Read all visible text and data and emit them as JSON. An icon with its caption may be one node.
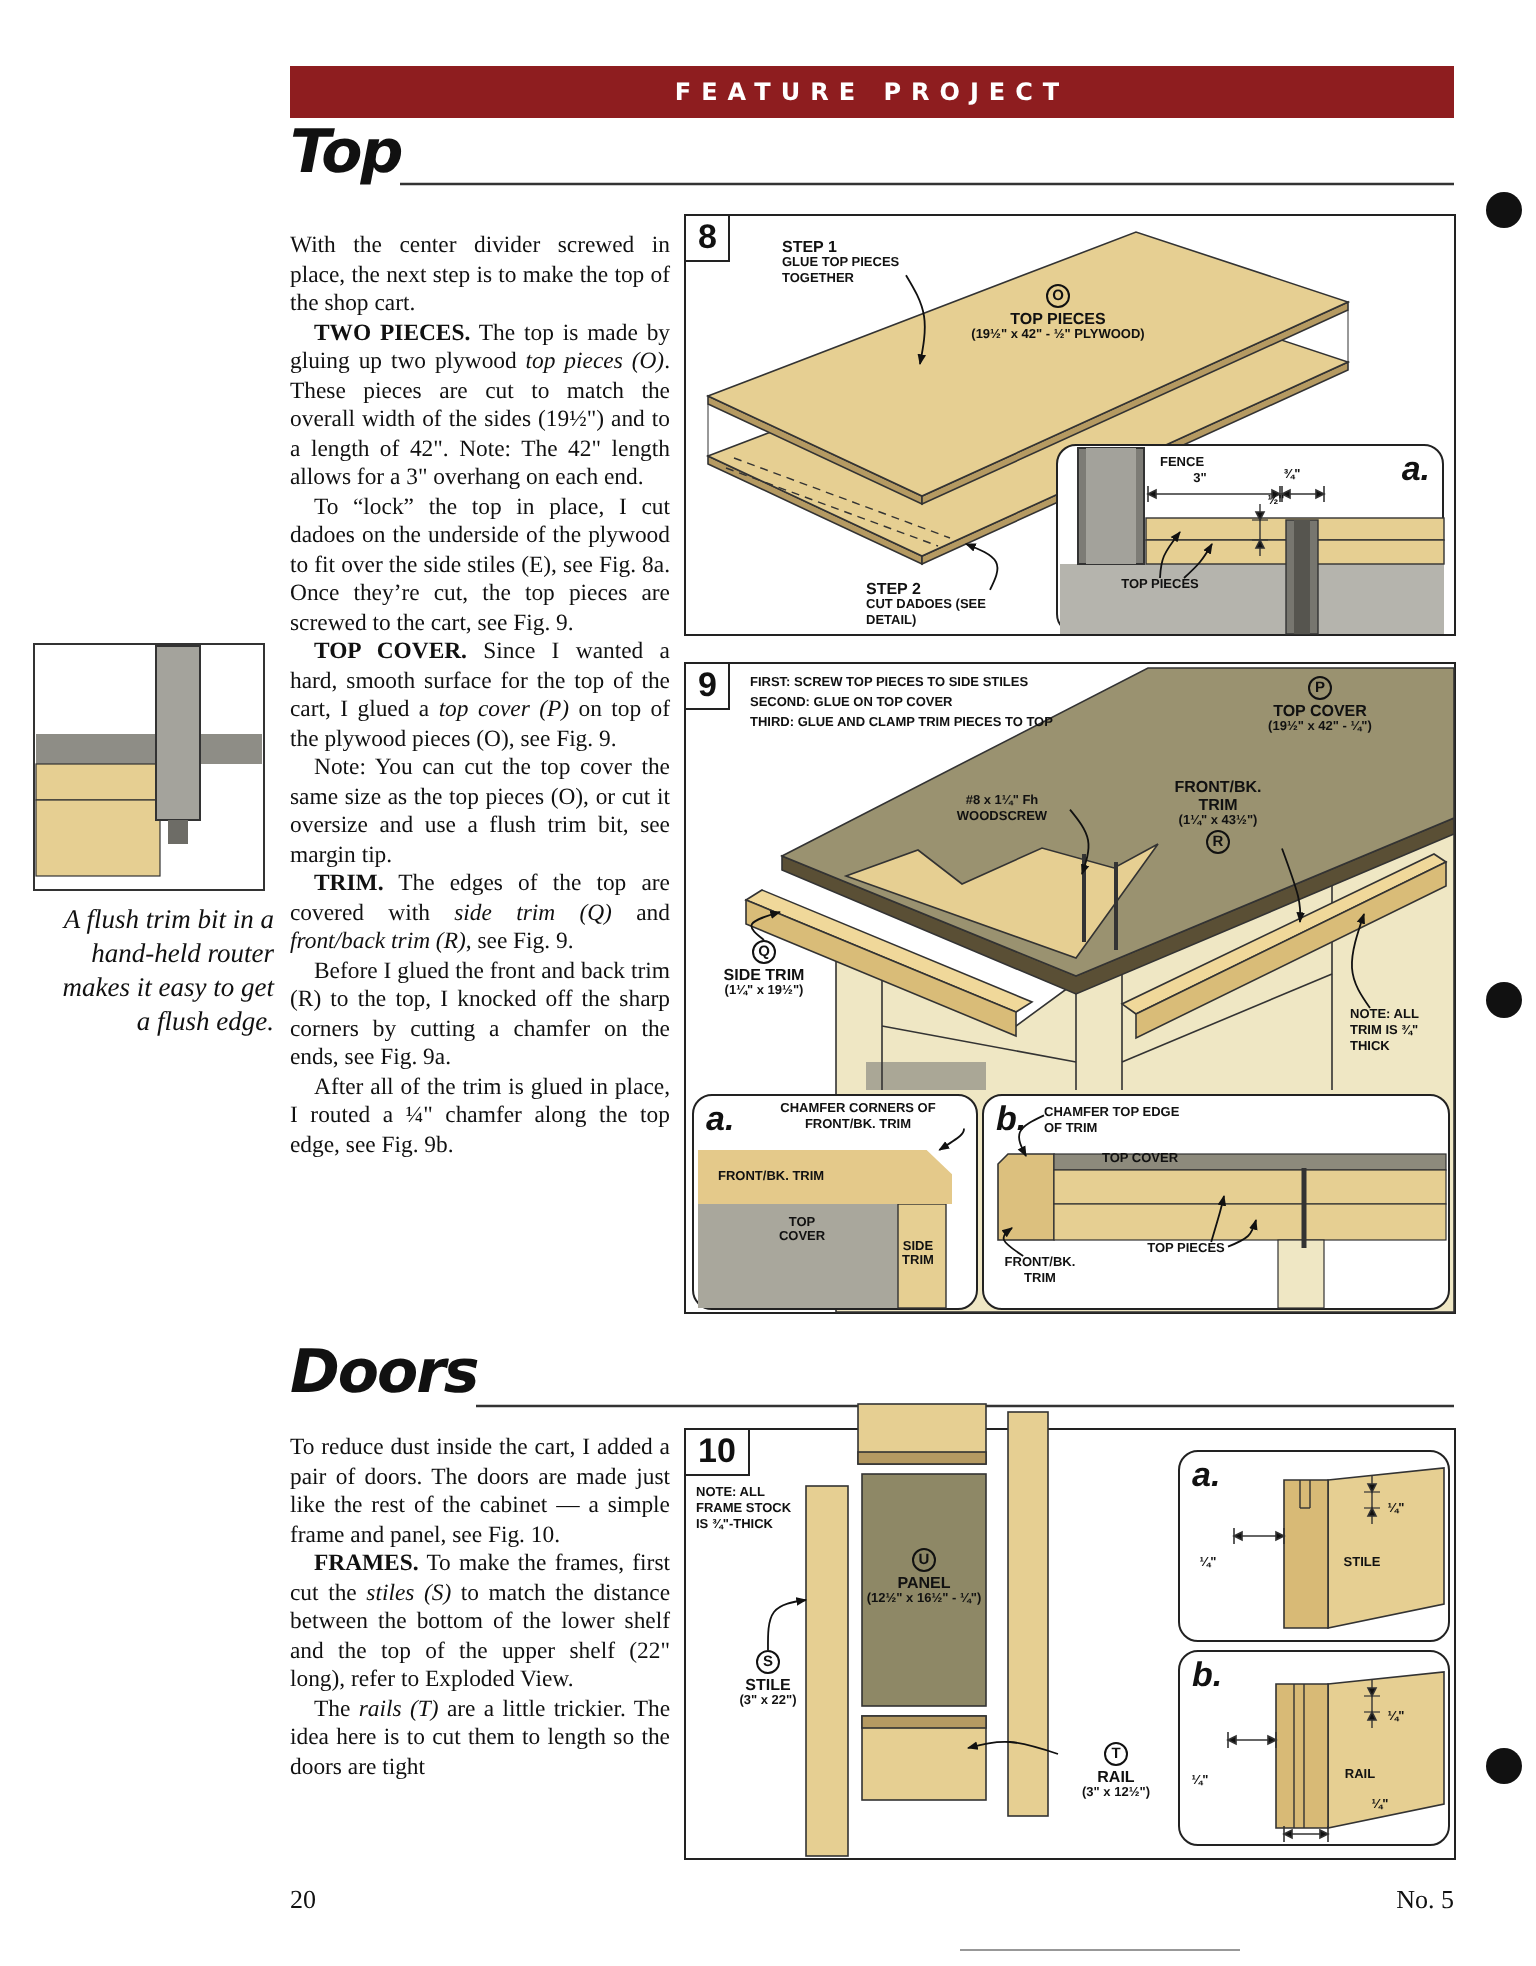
{
  "diagram": {
    "nodes": [
      {
        "text": [
          "8"
        ]
      },
      {
        "text": [
          "STEP 1",
          "GLUE TOP PIECES TOGETHER"
        ],
        "in": 0
      },
      {
        "text": [
          "O",
          "TOP PIECES",
          "(19½\" x 42\" - ½\" PLYWOOD)"
        ],
        "in": 0
      },
      {
        "text": [
          "STEP 2",
          "CUT DADOES (SEE DETAIL)"
        ],
        "in": 0
      },
      {
        "text": [
          "a."
        ],
        "in": 0
      },
      {
        "text": [
          "FENCE"
        ],
        "in": 4
      },
      {
        "text": [
          "TOP PIECES"
        ],
        "in": 4
      },
      {
        "text": [
          "9"
        ]
      },
      {
        "text": [
          "**FIRST:** SCREW TOP PIECES TO SIDE STILES",
          "**SECOND:** GLUE ON TOP COVER",
          "**THIRD:** GLUE AND CLAMP TRIM PIECES TO TOP"
        ],
        "in": 7
      },
      {
        "text": [
          "P",
          "TOP COVER",
          "(19½\" x 42\" - ¼\")"
        ],
        "in": 7
      },
      {
        "text": [
          "#8 x 1¼\" Fh WOODSCREW"
        ],
        "in": 7
      },
      {
        "text": [
          "FRONT/BK. TRIM",
          "(1¼\" x 43½\")",
          "R"
        ],
        "in": 7
      },
      {
        "text": [
          "Q",
          "SIDE TRIM",
          "(1¼\" x 19½\")"
        ],
        "in": 7
      },
      {
        "text": [
          "NOTE: ALL TRIM IS ¾\" THICK"
        ],
        "in": 7
      },
      {
        "text": [
          "a."
        ],
        "in": 7
      },
      {
        "text": [
          "CHAMFER CORNERS OF FRONT/BK. TRIM"
        ],
        "in": 14
      },
      {
        "text": [
          "FRONT/BK. TRIM"
        ],
        "in": 14
      },
      {
        "text": [
          "b."
        ],
        "in": 7
      },
      {
        "text": [
          "CHAMFER TOP EDGE OF TRIM"
        ],
        "in": 17
      },
      {
        "text": [
          "FRONT/BK. TRIM"
        ],
        "in": 17
      },
      {
        "text": [
          "TOP PIECES"
        ],
        "in": 17
      },
      {
        "text": [
          "10"
        ]
      },
      {
        "text": [
          "NOTE: ALL FRAME STOCK IS ¾\"-THICK"
        ],
        "in": 21
      },
      {
        "text": [
          "U",
          "PANEL",
          "(12½\" x 16½\" - ¼\")"
        ],
        "in": 21
      },
      {
        "text": [
          "S",
          "STILE",
          "(3\" x 22\")"
        ],
        "in": 21
      },
      {
        "text": [
          "T",
          "RAIL",
          "(3\" x 12½\")"
        ],
        "in": 21
      },
      {
        "text": [
          "a."
        ],
        "in": 21
      },
      {
        "text": [
          "b."
        ],
        "in": 21
      }
    ],
    "edges": [
      {
        "from": 1,
        "to": null,
        "arrow": "to"
      },
      {
        "from": 3,
        "to": null,
        "arrow": "to"
      },
      {
        "from": 6,
        "to": null,
        "arrow": "to"
      },
      {
        "from": 6,
        "to": null,
        "arrow": "to"
      },
      {
        "from": 10,
        "to": null,
        "arrow": "to"
      },
      {
        "from": 11,
        "to": null,
        "arrow": "to"
      },
      {
        "from": 13,
        "to": null,
        "arrow": "to"
      },
      {
        "from": 12,
        "to": null,
        "arrow": "to"
      },
      {
        "from": 15,
        "to": 16,
        "arrow": "to"
      },
      {
        "from": 18,
        "to": null,
        "arrow": "to"
      },
      {
        "from": 19,
        "to": null,
        "arrow": "to"
      },
      {
        "from": 20,
        "to": null,
        "arrow": "to"
      },
      {
        "from": 20,
        "to": null,
        "arrow": "to"
      },
      {
        "from": 24,
        "to": null,
        "arrow": "to"
      },
      {
        "from": 25,
        "to": null,
        "arrow": "to"
      }
    ],
    "labels": [
      "FEATURE PROJECT",
      "Top",
      "With the center divider screwed in place, the next step is to make the top of the shop cart.",
      "**TWO PIECES.** The top is made by gluing up two plywood *top pieces (O)*. These pieces are cut to match the overall width of the sides (19½\") and to a length of 42\". Note: The 42\" length allows for a 3\" overhang on each end.",
      "To “lock” the top in place, I cut dadoes on the underside of the plywood to fit over the side stiles (E), see Fig. 8a. Once they’re cut, the top pieces are screwed to the cart, see Fig. 9.",
      "**TOP COVER.** Since I wanted a hard, smooth surface for the top of the cart, I glued a *top cover (P)* on top of the plywood pieces (O), see Fig. 9.",
      "Note: You can cut the top cover the same size as the top pieces (O), or cut it oversize and use a flush trim bit, see margin tip.",
      "**TRIM.** The edges of the top are covered with *side trim (Q)* and *front/back trim (R)*, see Fig. 9.",
      "Before I glued the front and back trim (R) to the top, I knocked off the sharp corners by cutting a chamfer on the ends, see Fig. 9a.",
      "After all of the trim is glued in place, I routed a ¼\" chamfer along the top edge, see Fig. 9b.",
      "A flush trim bit in a hand-held router makes it easy to get a flush edge.",
      "3\"",
      "¾\"",
      "½\"",
      "TOP COVER",
      "SIDE TRIM",
      "TOP COVER",
      "Doors",
      "To reduce dust inside the cart, I added a pair of doors. The doors are made just like the rest of the cabinet — a simple frame and panel, see Fig. 10.",
      "**FRAMES.** To make the frames, first cut the *stiles (S)* to match the distance between the bottom of the lower shelf and the top of the upper shelf (22\" long), refer to Exploded View.",
      "The *rails (T)* are a little trickier. The idea here is to cut them to length so the doors are tight",
      "¼\"",
      "¼\"",
      "STILE",
      "¼\"",
      "¼\"",
      "RAIL",
      "¼\"",
      "20",
      "No. 5"
    ]
  }
}
